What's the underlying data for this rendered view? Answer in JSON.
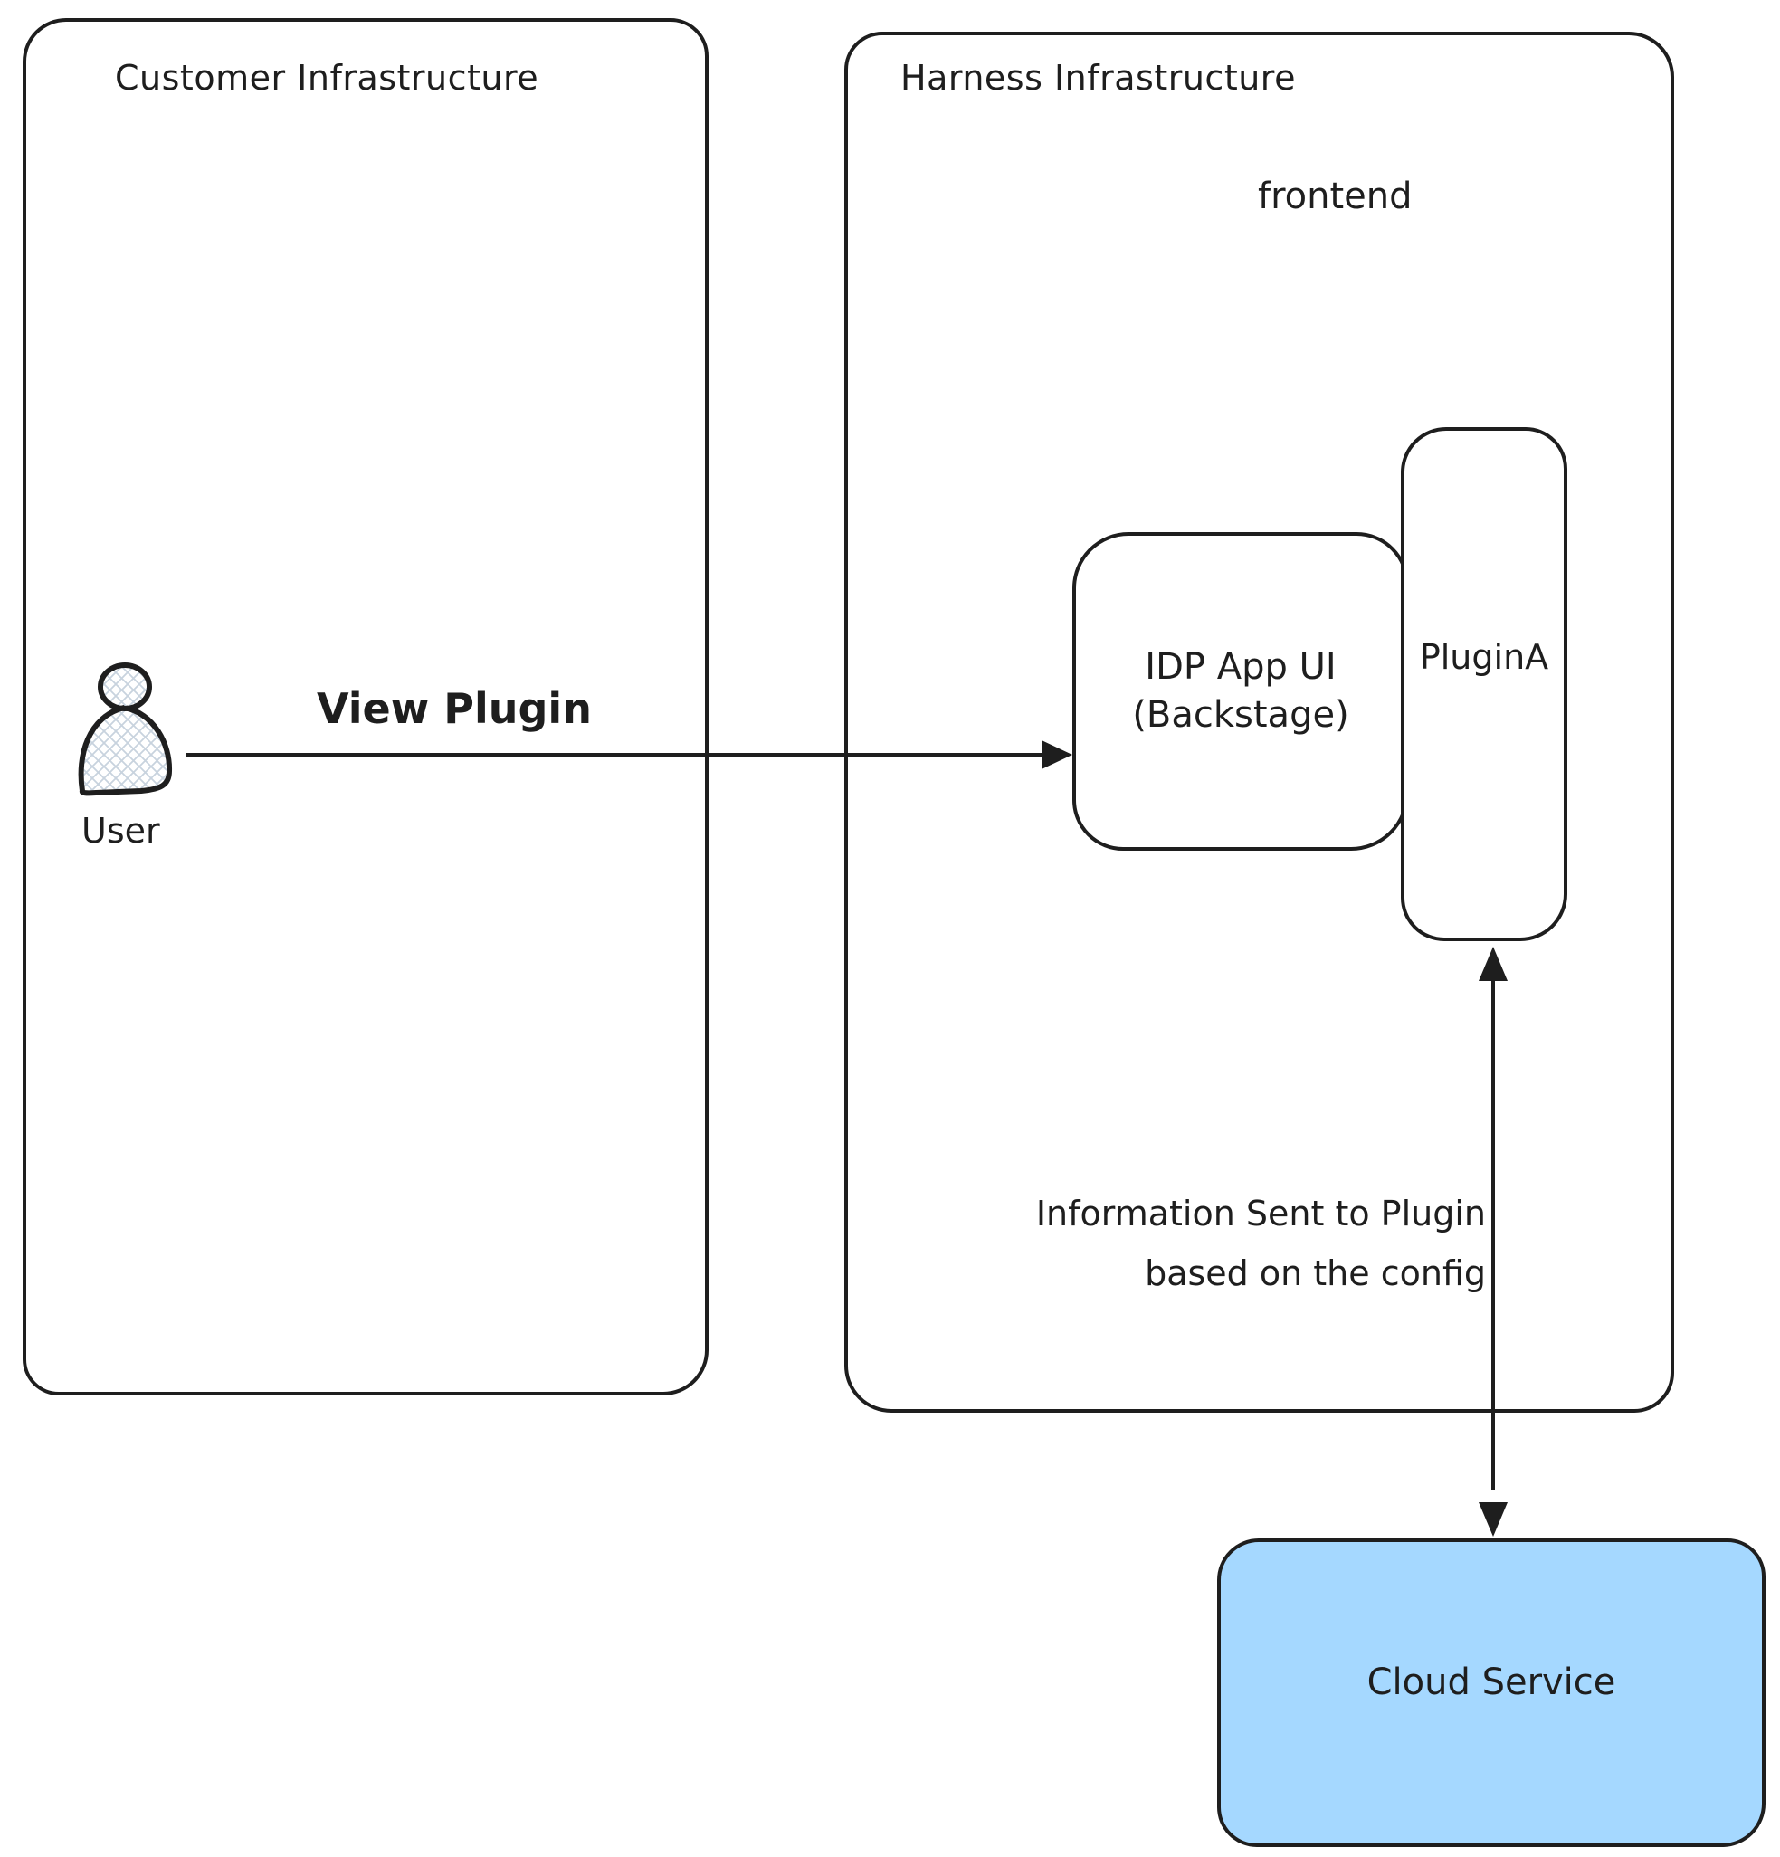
{
  "diagram": {
    "colors": {
      "stroke": "#1e1e1e",
      "background": "#ffffff",
      "cloud_fill": "#a5d8ff",
      "hatch_fill": "#c8d3de"
    },
    "customer": {
      "title": "Customer Infrastructure"
    },
    "harness": {
      "title": "Harness Infrastructure",
      "frontend_label": "frontend"
    },
    "idp": {
      "line1": "IDP App UI",
      "line2": "(Backstage)"
    },
    "plugin": {
      "label": "PluginA"
    },
    "user": {
      "label": "User"
    },
    "arrows": {
      "view_plugin_label": "View Plugin",
      "info_line1": "Information Sent to Plugin",
      "info_line2": "based on the config"
    },
    "cloud": {
      "label": "Cloud Service"
    }
  }
}
